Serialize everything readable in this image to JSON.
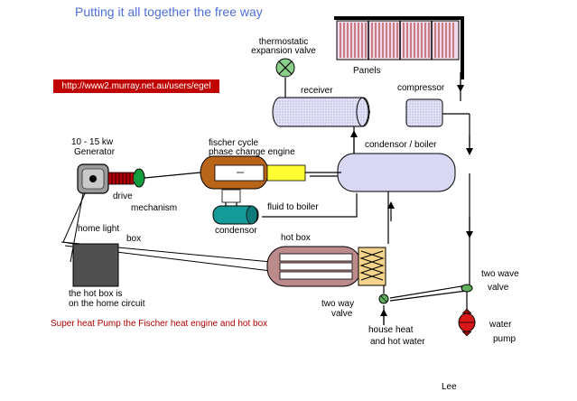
{
  "title": "Putting it all together the free way",
  "url": "http://www2.murray.net.au/users/egel",
  "labels": {
    "thermostatic": "thermostatic",
    "expansion_valve": "expansion valve",
    "panels": "Panels",
    "receiver": "receiver",
    "compressor": "compressor",
    "condensor_boiler": "condensor / boiler",
    "generator_kw": "10 - 15 kw",
    "generator": "Generator",
    "fischer_cycle": "fischer cycle",
    "phase_change_engine": "phase change engine",
    "drive": "drive",
    "mechanism": "mechanism",
    "fluid_to_boiler": "fluid to boiler",
    "condensor": "condensor",
    "home_light": "home light",
    "box": "box",
    "hot_box": "hot box",
    "hot_box_is": "the hot box is",
    "home_circuit": "on the home circuit",
    "two_way": "two way",
    "valve_1": "valve",
    "two_wave": "two wave",
    "valve_2": "valve",
    "house_heat": "house heat",
    "hot_water": "and hot water",
    "water": "water",
    "pump": "pump",
    "caption": "Super heat Pump the Fischer heat engine and hot box",
    "author": "Lee"
  },
  "colors": {
    "title": "#4f6fd8",
    "url_bg": "#c00000",
    "caption": "#b00000",
    "panel_fill": "#efd9e8",
    "panel_lines": "#a02020",
    "vessel_fill": "#d8d8f4",
    "engine_shell": "#b8651a",
    "engine_yellow": "#ffff33",
    "condensor_teal": "#159a9a",
    "drive_green": "#129c3c",
    "drive_red": "#b00000",
    "hotbox_shell": "#bb8a8a",
    "heat_exchanger": "#f3d48a",
    "pump_red": "#d81818",
    "valve_green": "#5faf5f",
    "light_box": "#505050"
  }
}
